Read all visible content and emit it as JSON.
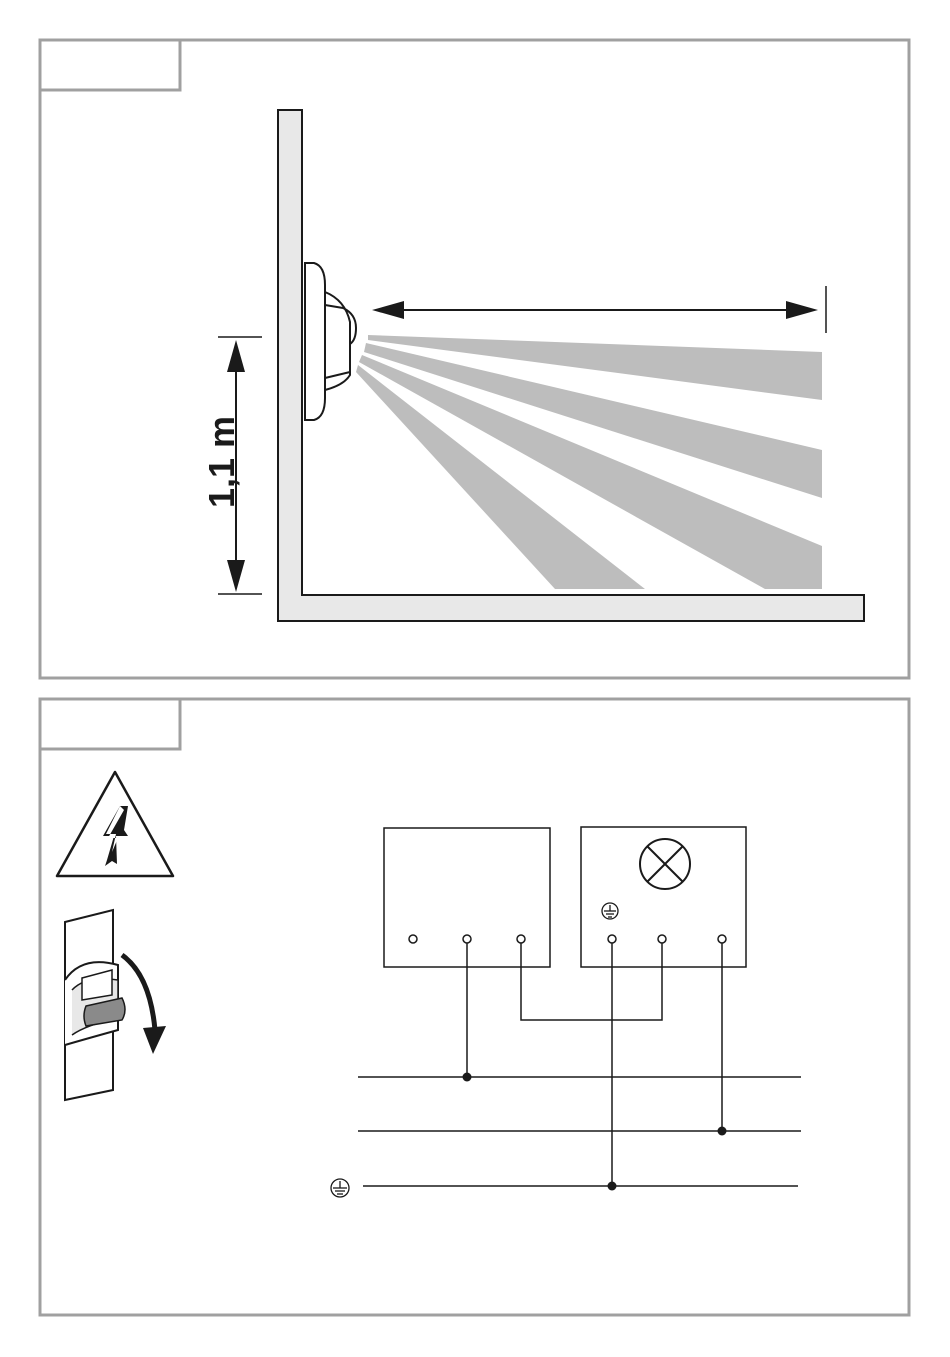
{
  "colors": {
    "frame": "#a0a0a0",
    "ink": "#1a1a1a",
    "beam": "#bdbdbd",
    "surface": "#e8e8e8",
    "paper": "#ffffff"
  },
  "figure1": {
    "height_label": "1,1 m",
    "beam_count": 4
  },
  "figure2": {
    "wire_count": 3,
    "icons": [
      "warning-triangle-icon",
      "circuit-breaker-icon",
      "lamp-icon",
      "ground-icon"
    ]
  }
}
